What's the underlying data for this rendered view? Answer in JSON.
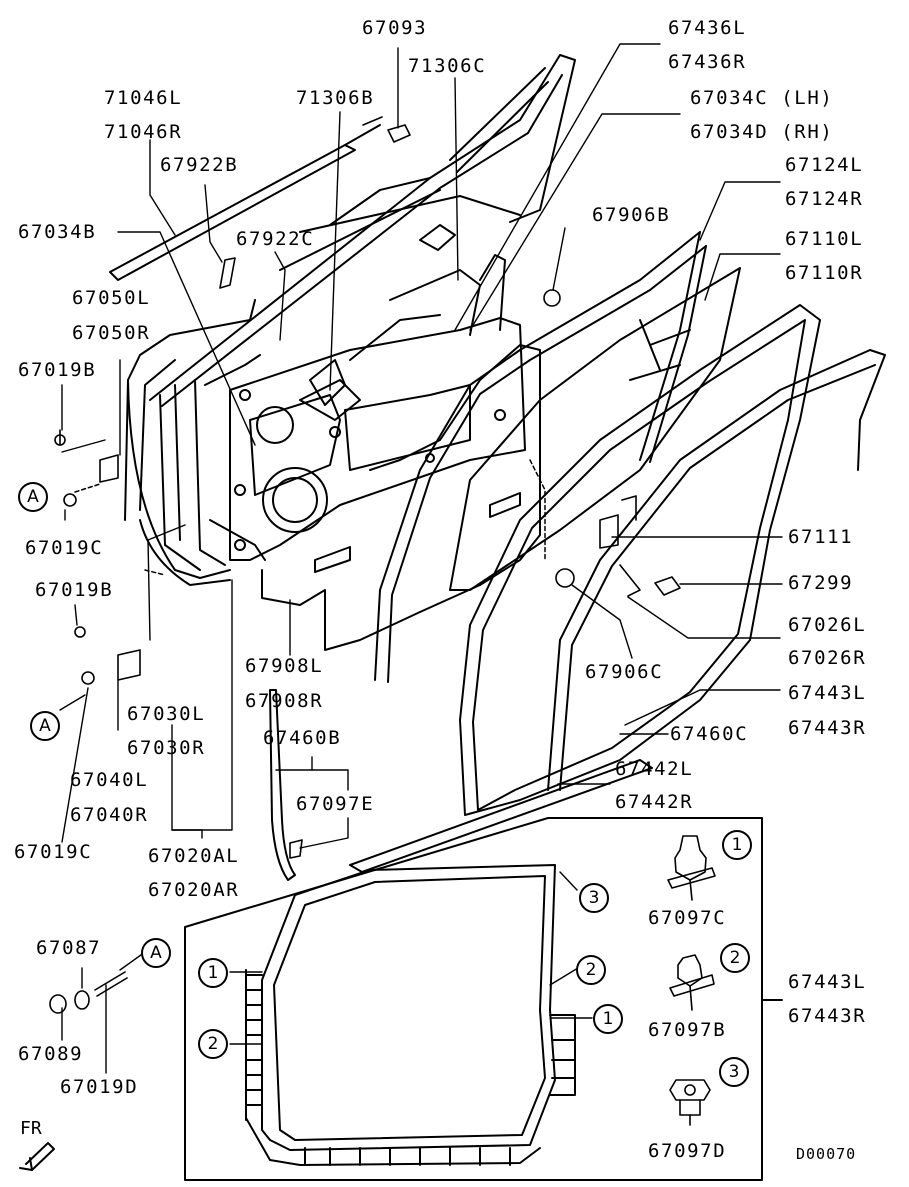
{
  "diagram_code": "D00070",
  "front_marker": "FR",
  "part_labels": {
    "p67093": "67093",
    "p71306C": "71306C",
    "p67436L": "67436L",
    "p67436R": "67436R",
    "p71046L": "71046L",
    "p71046R": "71046R",
    "p71306B": "71306B",
    "p67034C": "67034C (LH)",
    "p67034D": "67034D (RH)",
    "p67922B": "67922B",
    "p67124L": "67124L",
    "p67124R": "67124R",
    "p67034B": "67034B",
    "p67922C": "67922C",
    "p67906B": "67906B",
    "p67110L": "67110L",
    "p67110R": "67110R",
    "p67050L": "67050L",
    "p67050R": "67050R",
    "p67019B_top": "67019B",
    "p67019C_top": "67019C",
    "p67019B_mid": "67019B",
    "p67111": "67111",
    "p67299": "67299",
    "p67026L": "67026L",
    "p67026R": "67026R",
    "p67906C": "67906C",
    "p67908L": "67908L",
    "p67908R": "67908R",
    "p67030L": "67030L",
    "p67030R": "67030R",
    "p67040L": "67040L",
    "p67040R": "67040R",
    "p67019C_bot": "67019C",
    "p67460B": "67460B",
    "p67097E": "67097E",
    "p67443L_top": "67443L",
    "p67443R_top": "67443R",
    "p67460C": "67460C",
    "p67442L": "67442L",
    "p67442R": "67442R",
    "p67020AL": "67020AL",
    "p67020AR": "67020AR",
    "p67097C": "67097C",
    "p67097B": "67097B",
    "p67097D": "67097D",
    "p67443L_box": "67443L",
    "p67443R_box": "67443R",
    "p67087": "67087",
    "p67089": "67089",
    "p67019D": "67019D"
  },
  "callouts": {
    "ref_a": "A",
    "n1": "1",
    "n2": "2",
    "n3": "3"
  }
}
